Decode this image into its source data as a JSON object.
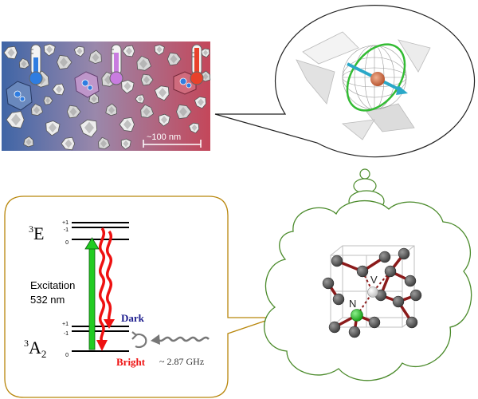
{
  "nanodiamond_panel": {
    "scale_bar_label": "~100 nm",
    "thermometers": [
      {
        "name": "cold",
        "color": "#2f7de1"
      },
      {
        "name": "warm",
        "color": "#c97ce0"
      },
      {
        "name": "hot",
        "color": "#e8412b"
      }
    ],
    "background_colors": {
      "cold": "#4a6fa8",
      "hot": "#c8505f"
    }
  },
  "energy_diagram": {
    "upper_state": {
      "base": "E",
      "superscript": "3"
    },
    "lower_state": {
      "base": "A",
      "superscript": "3",
      "subscript": "2"
    },
    "upper_sublevels": [
      "+1",
      "-1",
      "0"
    ],
    "lower_sublevels": [
      "+1",
      "-1",
      "0"
    ],
    "excitation_label_line1": "Excitation",
    "excitation_label_line2": "532 nm",
    "dark_label": "Dark",
    "bright_label": "Bright",
    "microwave_label": "~ 2.87 GHz",
    "colors": {
      "excitation": "#22cc22",
      "emission": "#ee1111",
      "dark": "#1a1a8c",
      "bright": "#ee1111",
      "frame": "#b8860b"
    }
  },
  "crystal_cloud": {
    "vacancy_label": "V",
    "nitrogen_label": "N",
    "colors": {
      "carbon": "#5c5c5c",
      "nitrogen": "#22bb22",
      "vacancy": "#e8e8e8",
      "bond": "#8b1a1a",
      "cloud_outline": "#4a8a2a"
    }
  },
  "sphere_bubble": {
    "colors": {
      "ring": "#33bb33",
      "arrow": "#2aa8c8",
      "core": "#c0603a"
    }
  }
}
